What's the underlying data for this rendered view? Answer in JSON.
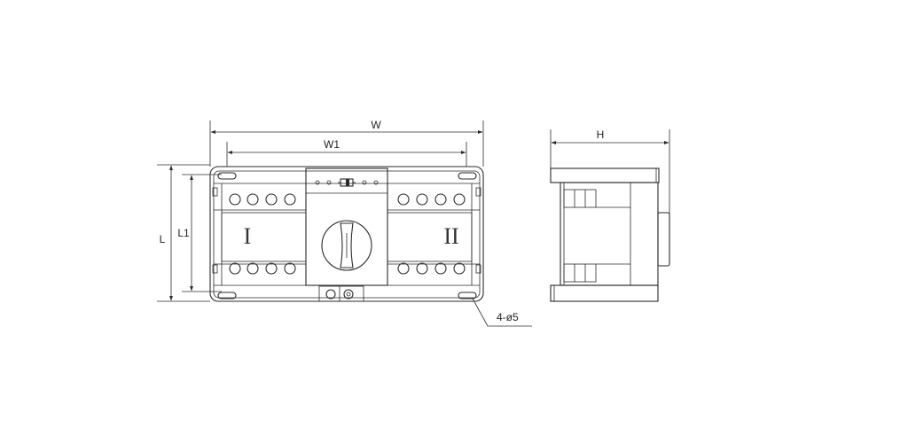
{
  "labels": {
    "W": "W",
    "W1": "W1",
    "H": "H",
    "L": "L",
    "L1": "L1",
    "holes": "4-ø5",
    "side_one": "I",
    "side_two": "II"
  },
  "colors": {
    "line": "#2b2b2b",
    "background": "#ffffff"
  }
}
